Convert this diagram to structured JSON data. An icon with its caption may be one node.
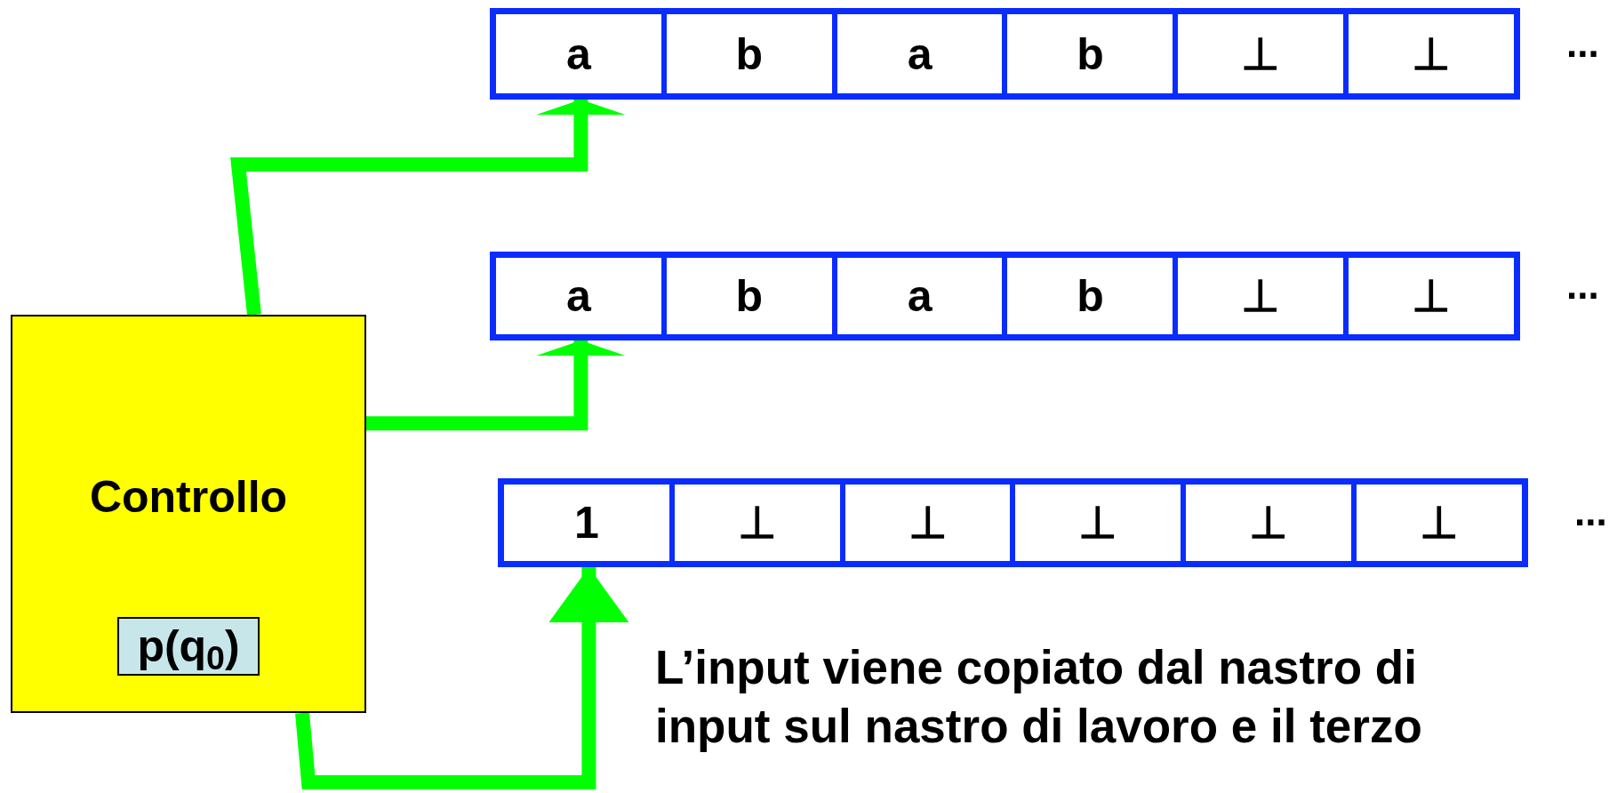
{
  "diagram": {
    "nodes": [
      {
        "text": [
          "Controllo"
        ]
      },
      {
        "text": [
          "p(q$_{0}$)"
        ],
        "in": 0
      },
      {
        "text": [],
        "shape": "box",
        "beside": [
          "..."
        ]
      },
      {
        "text": [
          "a"
        ],
        "in": 2
      },
      {
        "text": [
          "b"
        ],
        "in": 2
      },
      {
        "text": [
          "a"
        ],
        "in": 2
      },
      {
        "text": [
          "b"
        ],
        "in": 2
      },
      {
        "text": [
          "⊥"
        ],
        "in": 2
      },
      {
        "text": [
          "⊥"
        ],
        "in": 2
      },
      {
        "text": [],
        "shape": "box",
        "beside": [
          "..."
        ]
      },
      {
        "text": [
          "a"
        ],
        "in": 9
      },
      {
        "text": [
          "b"
        ],
        "in": 9
      },
      {
        "text": [
          "a"
        ],
        "in": 9
      },
      {
        "text": [
          "b"
        ],
        "in": 9
      },
      {
        "text": [
          "⊥"
        ],
        "in": 9
      },
      {
        "text": [
          "⊥"
        ],
        "in": 9
      },
      {
        "text": [],
        "shape": "box",
        "beside": [
          "..."
        ]
      },
      {
        "text": [
          "1"
        ],
        "in": 16
      },
      {
        "text": [
          "⊥"
        ],
        "in": 16
      },
      {
        "text": [
          "⊥"
        ],
        "in": 16
      },
      {
        "text": [
          "⊥"
        ],
        "in": 16
      },
      {
        "text": [
          "⊥"
        ],
        "in": 16
      },
      {
        "text": [
          "⊥"
        ],
        "in": 16
      }
    ],
    "edges": [
      {
        "from": 0,
        "to": 3,
        "arrow": "to"
      },
      {
        "from": 0,
        "to": 10,
        "arrow": "to"
      },
      {
        "from": 0,
        "to": 17,
        "arrow": "to"
      }
    ],
    "labels": [
      "L’input viene copiato dal nastro di input sul nastro di lavoro e il terzo"
    ]
  }
}
